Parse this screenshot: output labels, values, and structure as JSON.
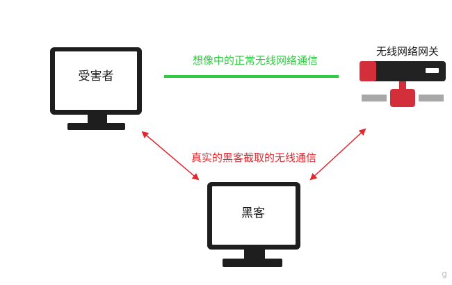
{
  "diagram": {
    "nodes": {
      "victim": {
        "label": "受害者"
      },
      "hacker": {
        "label": "黑客"
      },
      "gateway": {
        "label": "无线网络网关"
      }
    },
    "links": {
      "imagined": {
        "label": "想像中的正常无线网络通信",
        "color": "#2ecc40"
      },
      "actual": {
        "label": "真实的黑客截取的无线通信",
        "color": "#e0282e"
      }
    },
    "colors": {
      "monitor": "#1e1e1e",
      "gateway_body": "#222222",
      "gateway_accent": "#d32f3a",
      "gateway_base": "#a8a8a8"
    },
    "watermark": "g"
  }
}
